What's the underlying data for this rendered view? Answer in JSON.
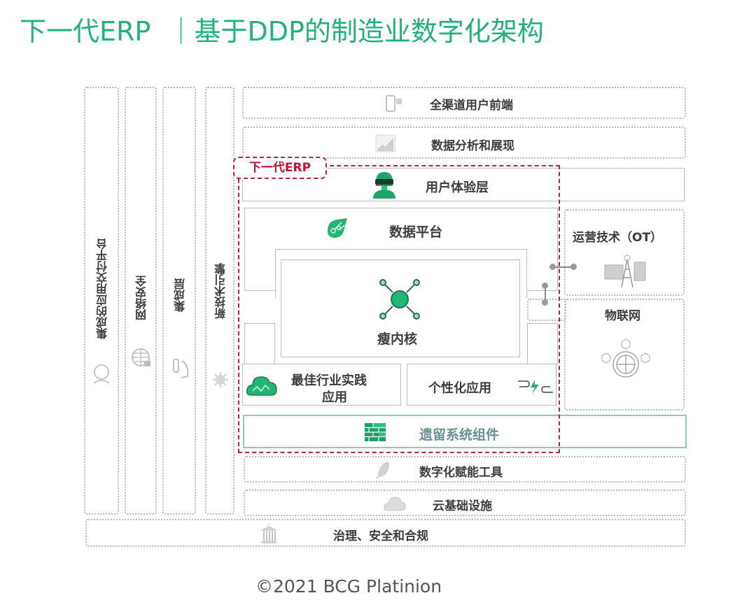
{
  "title": "下一代ERP  ｜基于DDP的制造业数字化架构",
  "colors": {
    "brand_green": "#1fb37a",
    "erp_red": "#c8102e",
    "legacy_teal": "#8ec8c6",
    "text_gray": "#3d3d3d"
  },
  "vertical_columns": [
    {
      "label": "集成的应用交付平台",
      "icon": "cloud-hand-icon"
    },
    {
      "label": "网络安全",
      "icon": "globe-lock-icon"
    },
    {
      "label": "集成层",
      "icon": "plug-hand-icon"
    },
    {
      "label": "新技术引擎",
      "icon": "gear-burst-icon"
    }
  ],
  "top_layers": [
    {
      "label": "全渠道用户前端",
      "icon": "mobile-devices-icon"
    },
    {
      "label": "数据分析和展现",
      "icon": "chart-trend-icon"
    }
  ],
  "erp_tag": "下一代ERP",
  "erp_layers": {
    "user_experience": {
      "label": "用户体验层",
      "icon": "vr-user-icon"
    },
    "data_platform": {
      "label": "数据平台",
      "icon": "data-leaf-icon"
    },
    "lean_core": {
      "label": "瘦内核",
      "icon": "hub-arrows-icon"
    },
    "best_practice": {
      "label_line1": "最佳行业实践",
      "label_line2": "应用",
      "icon": "circuit-cloud-icon"
    },
    "personalized": {
      "label": "个性化应用",
      "icon": "plug-lightning-icon"
    },
    "legacy": {
      "label": "遗留系统组件",
      "icon": "brick-wall-icon"
    }
  },
  "side_blocks": [
    {
      "label": "运营技术（OT）",
      "icon": "tower-machine-icon"
    },
    {
      "label": "物联网",
      "icon": "iot-globe-icon"
    }
  ],
  "bottom_layers": [
    {
      "label": "数字化赋能工具",
      "icon": "rocket-icon"
    },
    {
      "label": "云基础设施",
      "icon": "cloud-circuit-icon"
    }
  ],
  "governance": {
    "label": "治理、安全和合规",
    "icon": "building-columns-icon"
  },
  "footer": "©2021 BCG Platinion"
}
